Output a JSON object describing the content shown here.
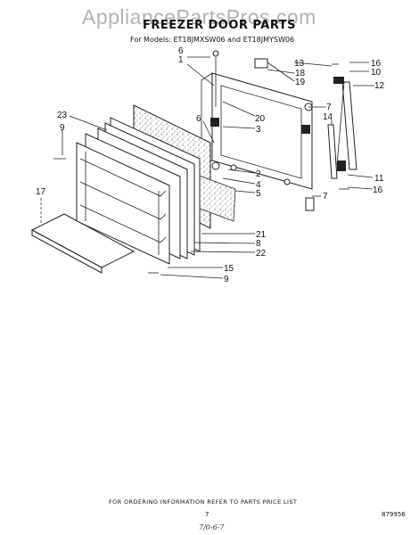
{
  "watermark": "AppliancePartsPros.com",
  "title": "FREEZER DOOR PARTS",
  "models": "For Models: ET18JMXSW06 and ET18JMYSW06",
  "ordering_note": "FOR ORDERING INFORMATION REFER TO PARTS PRICE LIST",
  "page_number": "7",
  "drawing_code": "879956",
  "signature": "7/0-6-7",
  "callouts": [
    "6",
    "1",
    "13",
    "18",
    "19",
    "16",
    "10",
    "12",
    "20",
    "3",
    "7",
    "14",
    "23",
    "9",
    "6",
    "2",
    "4",
    "5",
    "11",
    "16",
    "7",
    "17",
    "21",
    "8",
    "22",
    "15",
    "9"
  ]
}
